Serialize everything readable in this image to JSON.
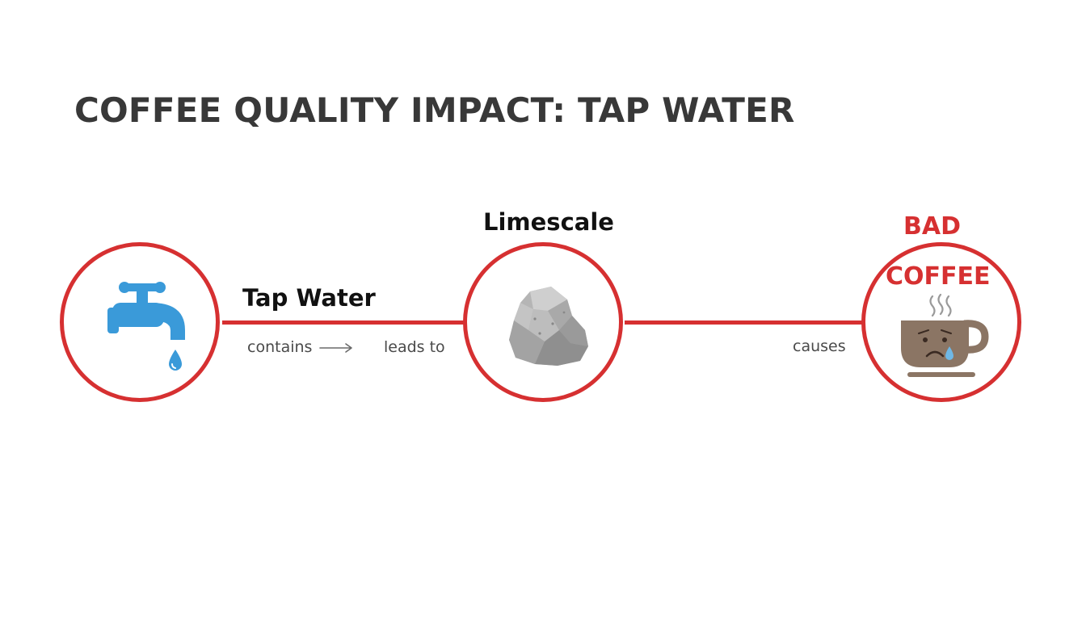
{
  "title": "COFFEE QUALITY IMPACT: TAP WATER",
  "nodes": {
    "tap_water": {
      "label": "Tap Water",
      "icon": "faucet-icon"
    },
    "limescale": {
      "label": "Limescale",
      "icon": "rock-icon"
    },
    "bad_coffee": {
      "label_line1": "BAD",
      "label_line2": "COFFEE",
      "icon": "sad-coffee-cup-icon"
    }
  },
  "edges": {
    "contains": "contains",
    "leads_to": "leads to",
    "causes": "causes"
  },
  "colors": {
    "accent_red": "#d63031",
    "title_gray": "#383838",
    "water_blue": "#3a9ad9",
    "rock_gray": "#a9a9a9",
    "coffee_brown": "#8b7564"
  }
}
